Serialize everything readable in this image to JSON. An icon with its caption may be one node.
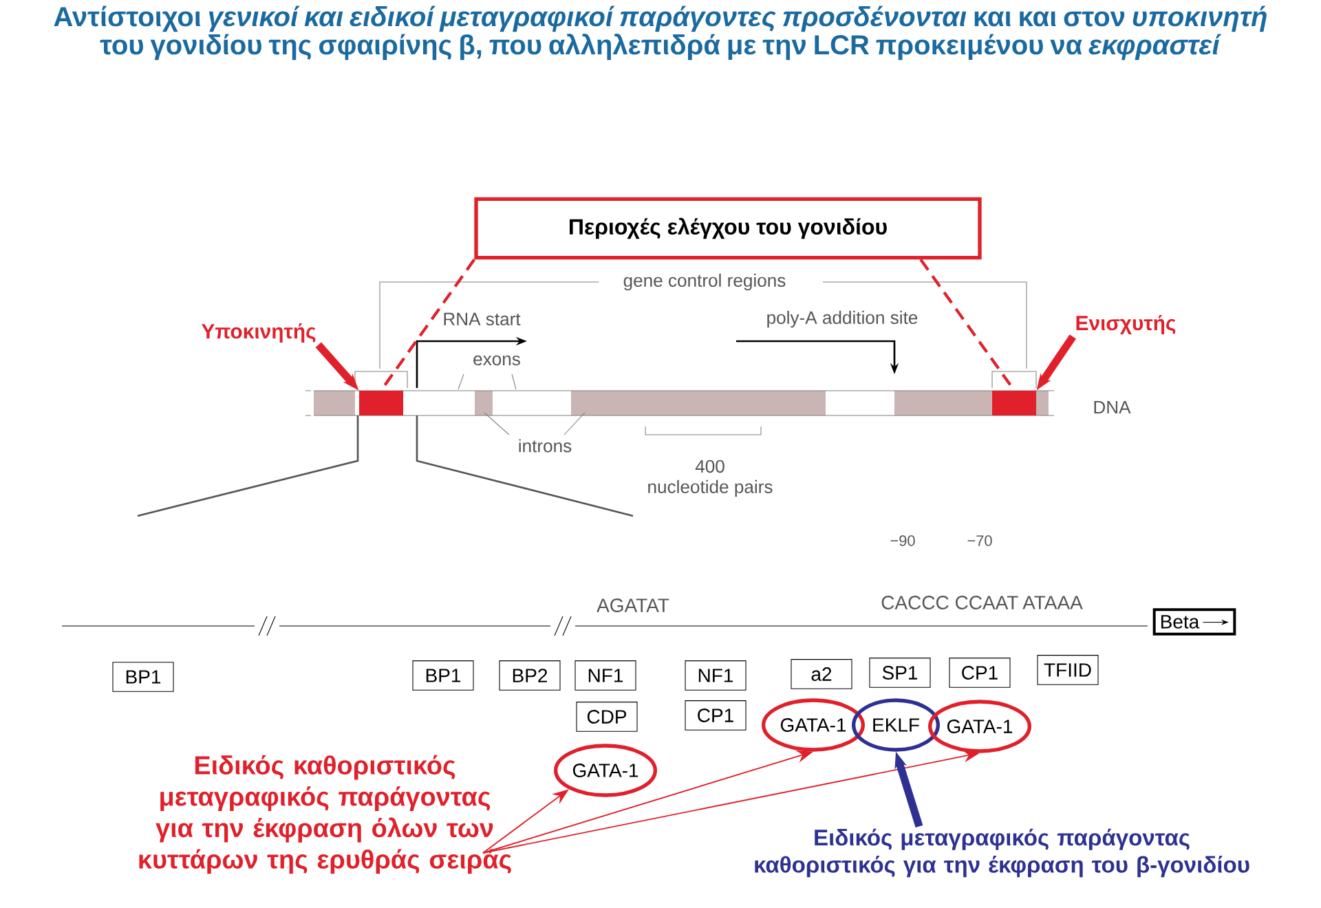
{
  "diagram": {
    "title": "Αντίστοιχοι *γενικοί και ειδικοί μεταγραφικοί παράγοντες προσδένονται* και και στον *υποκινητή* του γονιδίου της σφαιρίνης β, που αλληλεπιδρά με την LCR προκειμένου να *εκφραστεί*",
    "nodes": [
      {
        "text": [
          "Περιοχές ελέγχου του γονιδίου"
        ]
      },
      {
        "text": [
          "Υποκινητής"
        ]
      },
      {
        "text": [
          "Ενισχυτής"
        ]
      },
      {
        "text": [],
        "shape": "bar"
      },
      {
        "text": [],
        "shape": "bar"
      },
      {
        "text": [
          "Beta"
        ]
      },
      {
        "text": [
          "BP1"
        ]
      },
      {
        "text": [
          "BP1"
        ]
      },
      {
        "text": [
          "BP2"
        ]
      },
      {
        "text": [
          "NF1"
        ]
      },
      {
        "text": [
          "NF1"
        ]
      },
      {
        "text": [
          "a2"
        ]
      },
      {
        "text": [
          "SP1"
        ]
      },
      {
        "text": [
          "CP1"
        ]
      },
      {
        "text": [
          "TFIID"
        ]
      },
      {
        "text": [
          "CDP"
        ]
      },
      {
        "text": [
          "CP1"
        ]
      },
      {
        "text": [
          "GATA-1"
        ]
      },
      {
        "text": [
          "EKLF"
        ]
      },
      {
        "text": [
          "GATA-1"
        ]
      },
      {
        "text": [
          "GATA-1"
        ]
      },
      {
        "text": [
          "Ειδικός καθοριστικός μεταγραφικός παράγοντας για την έκφραση όλων των κυττάρων της ερυθράς σειράς"
        ]
      },
      {
        "text": [
          "Ειδικός μεταγραφικός παράγοντας καθοριστικός για την έκφραση του β-γονιδίου"
        ]
      }
    ],
    "edges": [
      {
        "from": 0,
        "to": 3,
        "arrow": "none",
        "style": "dashed",
        "color": "#e0202a"
      },
      {
        "from": 0,
        "to": 4,
        "arrow": "none",
        "style": "dashed",
        "color": "#e0202a"
      },
      {
        "from": 1,
        "to": 3,
        "arrow": "to",
        "style": "thick",
        "color": "#e0202a"
      },
      {
        "from": 2,
        "to": 4,
        "arrow": "to",
        "style": "thick",
        "color": "#e0202a"
      },
      {
        "from": 21,
        "to": 20,
        "arrow": "to",
        "color": "#e0202a"
      },
      {
        "from": 21,
        "to": 17,
        "arrow": "to",
        "color": "#e0202a"
      },
      {
        "from": 21,
        "to": 19,
        "arrow": "to",
        "color": "#e0202a"
      },
      {
        "from": 22,
        "to": 18,
        "arrow": "to",
        "style": "thick",
        "color": "#2e3192"
      }
    ],
    "labels": [
      "gene control regions",
      "RNA start",
      "exons",
      "poly-A addition site",
      "DNA",
      "introns",
      "400",
      "nucleotide pairs",
      "−90",
      "−70",
      "AGATAT",
      "CACCC",
      "CCAAT",
      "ATAAA"
    ]
  }
}
